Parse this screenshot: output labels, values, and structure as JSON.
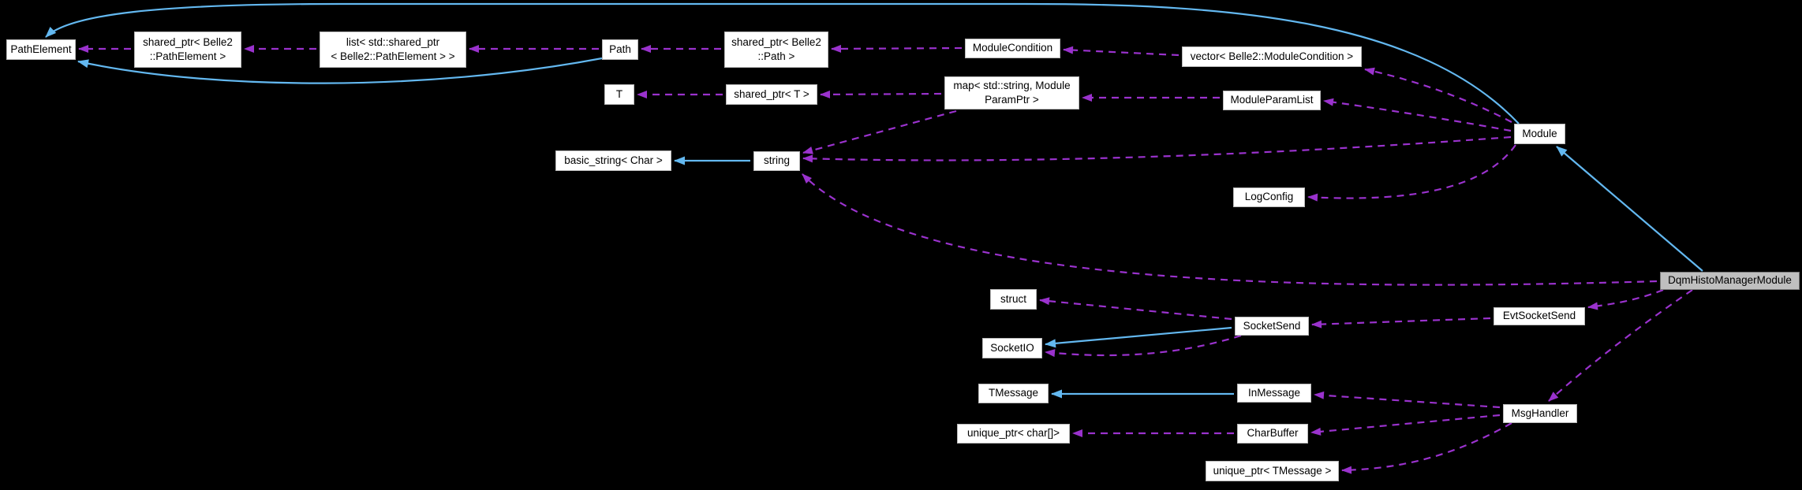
{
  "diagram": {
    "kind": "collaboration-graph",
    "colors": {
      "background": "#000000",
      "usage_edge": "#9a32cd",
      "inheritance_edge": "#63b8f0",
      "node_fill": "#ffffff",
      "node_border": "#b9b9b9",
      "node_text": "#000000",
      "highlight_fill": "#bfbfbf",
      "highlight_border": "#7a7a7a"
    },
    "nodes": [
      {
        "id": "path_element",
        "label": "PathElement",
        "highlighted": false
      },
      {
        "id": "sp_path_element",
        "label": "shared_ptr< Belle2\n::PathElement >",
        "highlighted": false
      },
      {
        "id": "list_sp",
        "label": "list< std::shared_ptr\n< Belle2::PathElement > >",
        "highlighted": false
      },
      {
        "id": "path",
        "label": "Path",
        "highlighted": false
      },
      {
        "id": "sp_path",
        "label": "shared_ptr< Belle2\n::Path >",
        "highlighted": false
      },
      {
        "id": "module_condition",
        "label": "ModuleCondition",
        "highlighted": false
      },
      {
        "id": "vector_mc",
        "label": "vector< Belle2::ModuleCondition >",
        "highlighted": false
      },
      {
        "id": "t",
        "label": "T",
        "highlighted": false
      },
      {
        "id": "sp_t",
        "label": "shared_ptr< T >",
        "highlighted": false
      },
      {
        "id": "map_param",
        "label": "map< std::string, Module\nParamPtr >",
        "highlighted": false
      },
      {
        "id": "module_param_list",
        "label": "ModuleParamList",
        "highlighted": false
      },
      {
        "id": "basic_string",
        "label": "basic_string< Char >",
        "highlighted": false
      },
      {
        "id": "string",
        "label": "string",
        "highlighted": false
      },
      {
        "id": "module",
        "label": "Module",
        "highlighted": false
      },
      {
        "id": "log_config",
        "label": "LogConfig",
        "highlighted": false
      },
      {
        "id": "dqm",
        "label": "DqmHistoManagerModule",
        "highlighted": true
      },
      {
        "id": "struct",
        "label": "struct",
        "highlighted": false
      },
      {
        "id": "socket_send",
        "label": "SocketSend",
        "highlighted": false
      },
      {
        "id": "socket_io",
        "label": "SocketIO",
        "highlighted": false
      },
      {
        "id": "evt_socket_send",
        "label": "EvtSocketSend",
        "highlighted": false
      },
      {
        "id": "t_message",
        "label": "TMessage",
        "highlighted": false
      },
      {
        "id": "in_message",
        "label": "InMessage",
        "highlighted": false
      },
      {
        "id": "unique_ptr_char",
        "label": "unique_ptr< char[]>",
        "highlighted": false
      },
      {
        "id": "char_buffer",
        "label": "CharBuffer",
        "highlighted": false
      },
      {
        "id": "unique_ptr_tmessage",
        "label": "unique_ptr< TMessage >",
        "highlighted": false
      },
      {
        "id": "msg_handler",
        "label": "MsgHandler",
        "highlighted": false
      }
    ],
    "edges": [
      {
        "from": "sp_path_element",
        "to": "path_element",
        "type": "usage"
      },
      {
        "from": "list_sp",
        "to": "sp_path_element",
        "type": "usage"
      },
      {
        "from": "path",
        "to": "list_sp",
        "type": "usage"
      },
      {
        "from": "sp_path",
        "to": "path",
        "type": "usage"
      },
      {
        "from": "module_condition",
        "to": "sp_path",
        "type": "usage"
      },
      {
        "from": "vector_mc",
        "to": "module_condition",
        "type": "usage"
      },
      {
        "from": "module",
        "to": "vector_mc",
        "type": "usage"
      },
      {
        "from": "sp_t",
        "to": "t",
        "type": "usage"
      },
      {
        "from": "map_param",
        "to": "sp_t",
        "type": "usage"
      },
      {
        "from": "module_param_list",
        "to": "map_param",
        "type": "usage"
      },
      {
        "from": "module",
        "to": "module_param_list",
        "type": "usage"
      },
      {
        "from": "module",
        "to": "string",
        "type": "usage"
      },
      {
        "from": "map_param",
        "to": "string",
        "type": "usage"
      },
      {
        "from": "module",
        "to": "log_config",
        "type": "usage"
      },
      {
        "from": "dqm",
        "to": "string",
        "type": "usage"
      },
      {
        "from": "dqm",
        "to": "evt_socket_send",
        "type": "usage"
      },
      {
        "from": "evt_socket_send",
        "to": "socket_send",
        "type": "usage"
      },
      {
        "from": "socket_send",
        "to": "struct",
        "type": "usage"
      },
      {
        "from": "socket_send",
        "to": "socket_io",
        "type": "usage"
      },
      {
        "from": "dqm",
        "to": "msg_handler",
        "type": "usage"
      },
      {
        "from": "msg_handler",
        "to": "in_message",
        "type": "usage"
      },
      {
        "from": "msg_handler",
        "to": "char_buffer",
        "type": "usage"
      },
      {
        "from": "msg_handler",
        "to": "unique_ptr_tmessage",
        "type": "usage"
      },
      {
        "from": "char_buffer",
        "to": "unique_ptr_char",
        "type": "usage"
      },
      {
        "from": "module",
        "to": "path_element",
        "type": "inheritance"
      },
      {
        "from": "path",
        "to": "path_element",
        "type": "inheritance"
      },
      {
        "from": "dqm",
        "to": "module",
        "type": "inheritance"
      },
      {
        "from": "string",
        "to": "basic_string",
        "type": "inheritance"
      },
      {
        "from": "socket_send",
        "to": "socket_io",
        "type": "inheritance"
      },
      {
        "from": "in_message",
        "to": "t_message",
        "type": "inheritance"
      }
    ]
  }
}
